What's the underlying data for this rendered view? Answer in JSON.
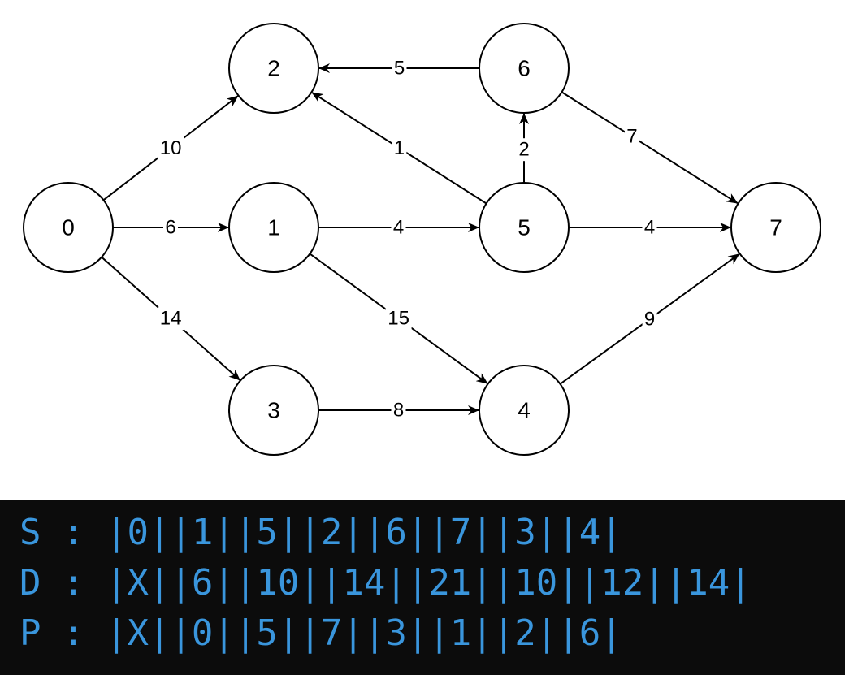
{
  "graph": {
    "nodes": [
      {
        "id": "0",
        "label": "0"
      },
      {
        "id": "1",
        "label": "1"
      },
      {
        "id": "2",
        "label": "2"
      },
      {
        "id": "3",
        "label": "3"
      },
      {
        "id": "4",
        "label": "4"
      },
      {
        "id": "5",
        "label": "5"
      },
      {
        "id": "6",
        "label": "6"
      },
      {
        "id": "7",
        "label": "7"
      }
    ],
    "edges": [
      {
        "from": "0",
        "to": "2",
        "weight": "10"
      },
      {
        "from": "0",
        "to": "1",
        "weight": "6"
      },
      {
        "from": "0",
        "to": "3",
        "weight": "14"
      },
      {
        "from": "1",
        "to": "5",
        "weight": "4"
      },
      {
        "from": "1",
        "to": "4",
        "weight": "15"
      },
      {
        "from": "3",
        "to": "4",
        "weight": "8"
      },
      {
        "from": "6",
        "to": "2",
        "weight": "5"
      },
      {
        "from": "5",
        "to": "2",
        "weight": "1"
      },
      {
        "from": "5",
        "to": "6",
        "weight": "2"
      },
      {
        "from": "6",
        "to": "7",
        "weight": "7"
      },
      {
        "from": "5",
        "to": "7",
        "weight": "4"
      },
      {
        "from": "4",
        "to": "7",
        "weight": "9"
      }
    ]
  },
  "console": {
    "lines": [
      "S : |0||1||5||2||6||7||3||4|",
      "D : |X||6||10||14||21||10||12||14|",
      "P : |X||0||5||7||3||1||2||6|"
    ],
    "text_color": "#3a96dd",
    "background": "#0c0c0c"
  }
}
